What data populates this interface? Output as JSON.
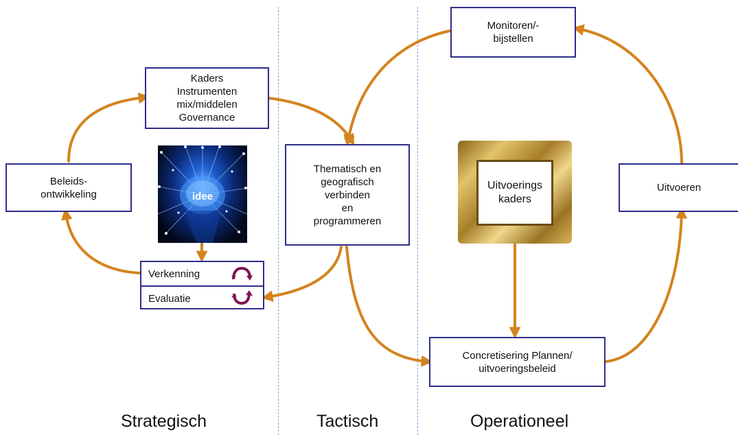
{
  "boxes": {
    "beleidsontwikkeling": "Beleids-\nontwikkeling",
    "kaders": "Kaders\nInstrumenten\nmix/middelen\nGovernance",
    "thematisch": "Thematisch en\ngeografisch\nverbinden\nen\nprogrammeren",
    "monitoren": "Monitoren/-\nbijstellen",
    "uitvoeren": "Uitvoeren",
    "concretisering": "Concretisering Plannen/\nuitvoeringsbeleid"
  },
  "split": {
    "verkenning": "Verkenning",
    "evaluatie": "Evaluatie"
  },
  "brain": {
    "word": "idee"
  },
  "frame": {
    "text": "Uitvoerings\nkaders"
  },
  "columns": {
    "strategisch": "Strategisch",
    "tactisch": "Tactisch",
    "operationeel": "Operationeel"
  },
  "colors": {
    "arrow": "#d4831e",
    "border": "#2e2d8c",
    "cycle": "#7a1450",
    "divider": "#7aa2d6"
  }
}
